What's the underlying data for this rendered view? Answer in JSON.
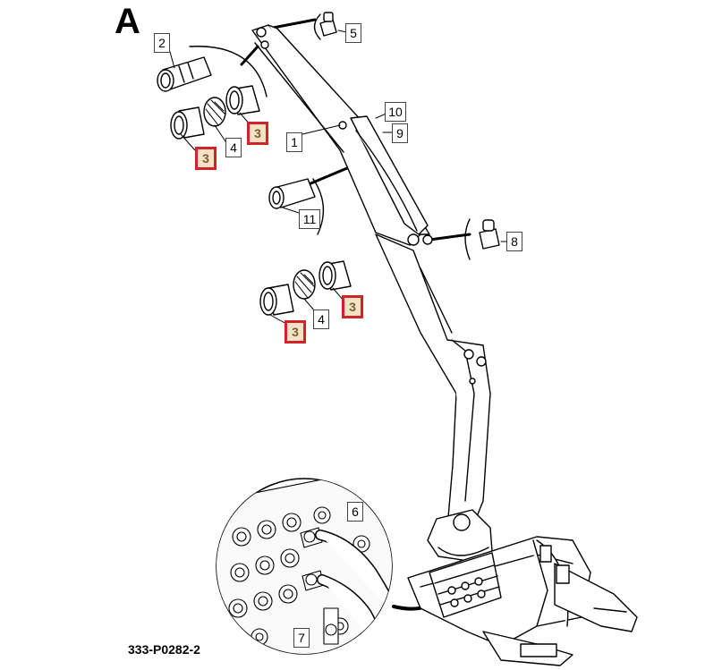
{
  "diagram": {
    "sheet_letter": "A",
    "drawing_code": "333-P0282-2",
    "highlight_color": "#d2232a",
    "highlight_fill": "#f4e2c6",
    "callouts": {
      "n1": "1",
      "n2": "2",
      "n3a": "3",
      "n3b": "3",
      "n3c": "3",
      "n3d": "3",
      "n4a": "4",
      "n4b": "4",
      "n5": "5",
      "n6": "6",
      "n7": "7",
      "n8": "8",
      "n9": "9",
      "n10": "10",
      "n11": "11"
    }
  }
}
